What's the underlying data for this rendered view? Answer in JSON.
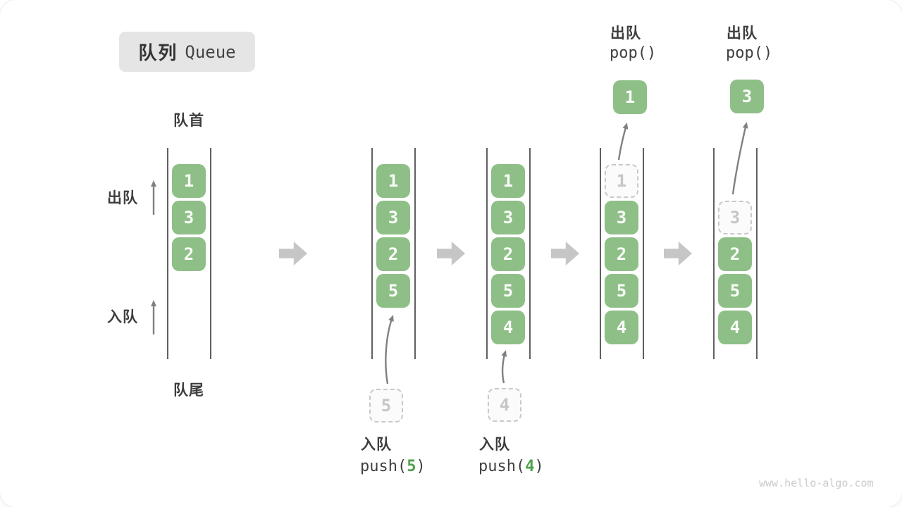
{
  "title": {
    "zh": "队列",
    "en": "Queue"
  },
  "labels": {
    "front": "队首",
    "rear": "队尾",
    "dequeue": "出队",
    "enqueue": "入队"
  },
  "states": {
    "s1": {
      "items": [
        "1",
        "3",
        "2"
      ]
    },
    "s2": {
      "items": [
        "1",
        "3",
        "2",
        "5"
      ],
      "incoming": "5",
      "op_label": "入队",
      "op_pre": "push(",
      "op_arg": "5",
      "op_post": ")"
    },
    "s3": {
      "items": [
        "1",
        "3",
        "2",
        "5",
        "4"
      ],
      "incoming": "4",
      "op_label": "入队",
      "op_pre": "push(",
      "op_arg": "4",
      "op_post": ")"
    },
    "s4": {
      "ghost": "1",
      "items": [
        "3",
        "2",
        "5",
        "4"
      ],
      "popped": "1",
      "op_label": "出队",
      "op_code": "pop()"
    },
    "s5": {
      "ghost": "3",
      "items": [
        "2",
        "5",
        "4"
      ],
      "popped": "3",
      "op_label": "出队",
      "op_code": "pop()"
    }
  },
  "colors": {
    "item_green": "#8EBF87",
    "item_text": "#FBFCFA",
    "accent_green": "#4DA14A",
    "thin_arrow_gray": "#808080",
    "flow_arrow_gray": "#C6C6C6",
    "ghost_border_gray": "#C9C9C9",
    "ghost_text_gray": "#C6C6C6",
    "wall_gray": "#606060",
    "label_dark": "#3D3D3D",
    "title_bg": "#E5E5E5"
  },
  "watermark": "www.hello-algo.com"
}
